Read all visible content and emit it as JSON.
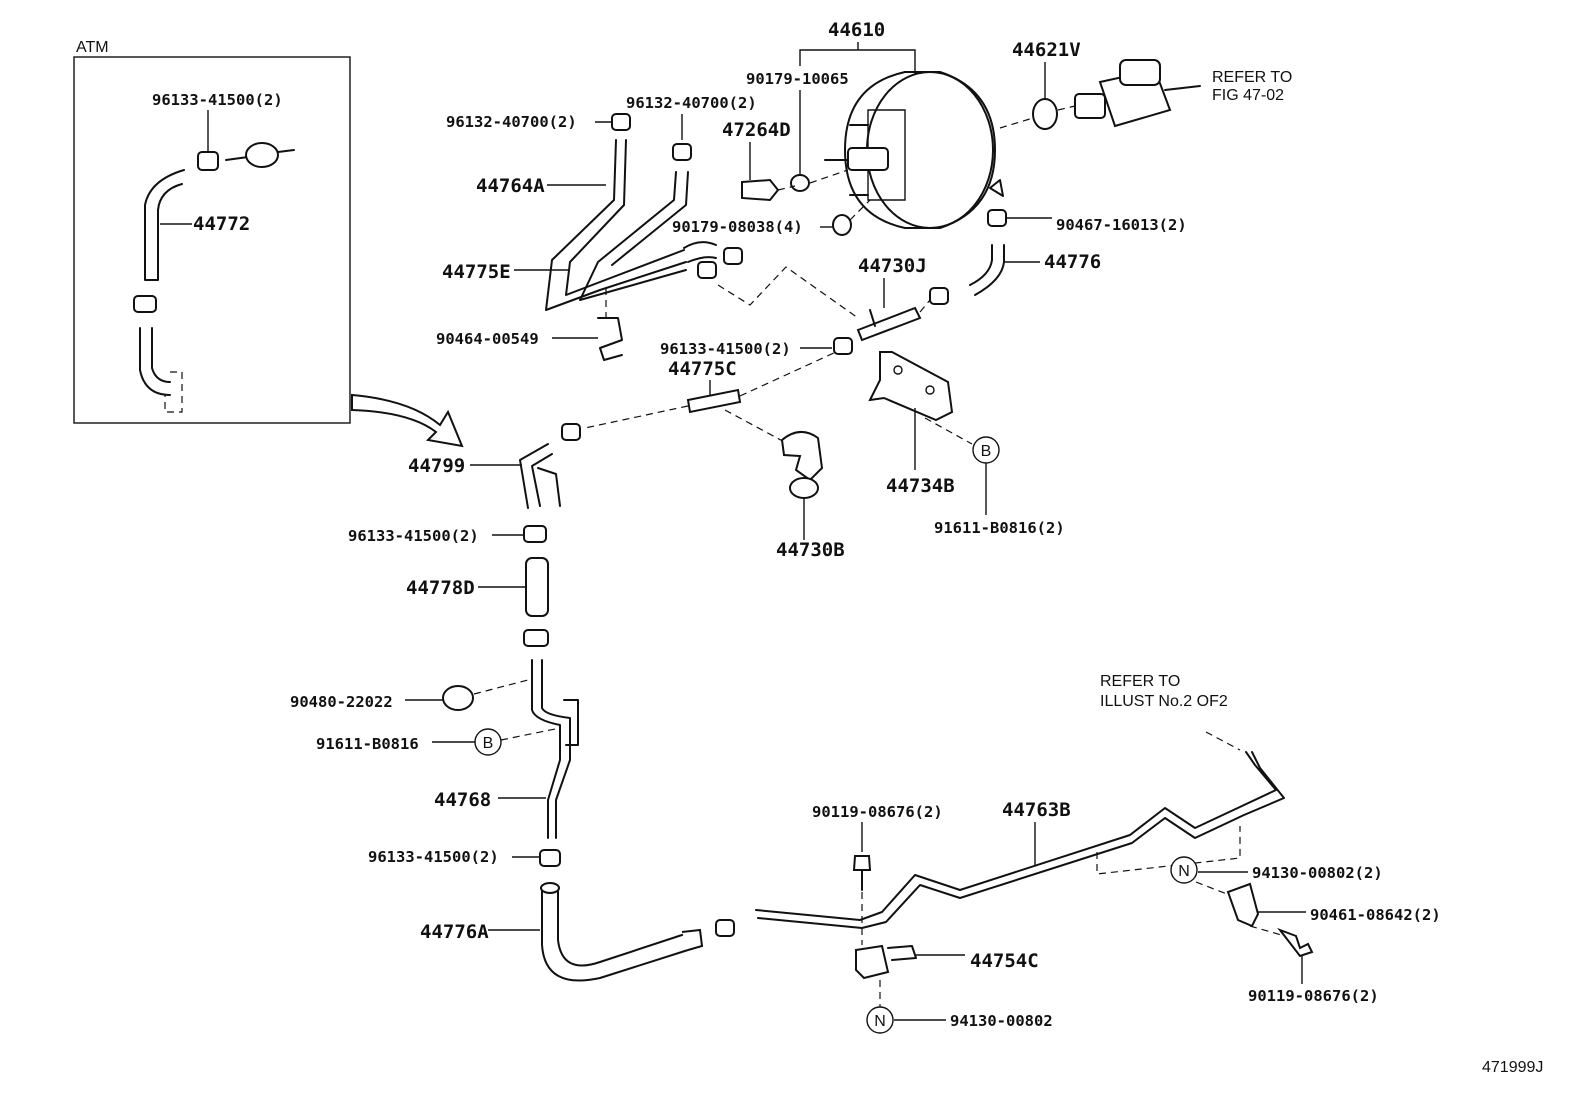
{
  "diagram": {
    "inset_label": "ATM",
    "refer_fig": [
      "REFER TO",
      "FIG 47-02"
    ],
    "refer_illust": [
      "REFER TO",
      "ILLUST No.2 OF2"
    ],
    "figure_code": "471999J",
    "labels": {
      "p44610": "44610",
      "p44621V": "44621V",
      "p90179_10065": "90179-10065",
      "p47264D": "47264D",
      "p90179_08038": "90179-08038(4)",
      "p90467_16013": "90467-16013(2)",
      "p44776": "44776",
      "p44730J": "44730J",
      "p96132_a": "96132-40700(2)",
      "p96132_b": "96132-40700(2)",
      "p44764A": "44764A",
      "p44775E": "44775E",
      "p90464_00549": "90464-00549",
      "p96133_mid": "96133-41500(2)",
      "p44775C": "44775C",
      "p44734B": "44734B",
      "p91611_B0816_2": "91611-B0816(2)",
      "p44730B": "44730B",
      "p44799": "44799",
      "p96133_a": "96133-41500(2)",
      "p44778D": "44778D",
      "p90480_22022": "90480-22022",
      "p91611_B0816": "91611-B0816",
      "p44768": "44768",
      "p96133_b": "96133-41500(2)",
      "p44776A": "44776A",
      "p90119_left": "90119-08676(2)",
      "p44763B": "44763B",
      "p94130_right": "94130-00802(2)",
      "p90461_08642": "90461-08642(2)",
      "p90119_right": "90119-08676(2)",
      "p44754C": "44754C",
      "p94130_bottom": "94130-00802",
      "inset_96133": "96133-41500(2)",
      "inset_44772": "44772"
    },
    "markers": {
      "b_upper": "B",
      "b_lower": "B",
      "n_right": "N",
      "n_bottom": "N"
    }
  }
}
